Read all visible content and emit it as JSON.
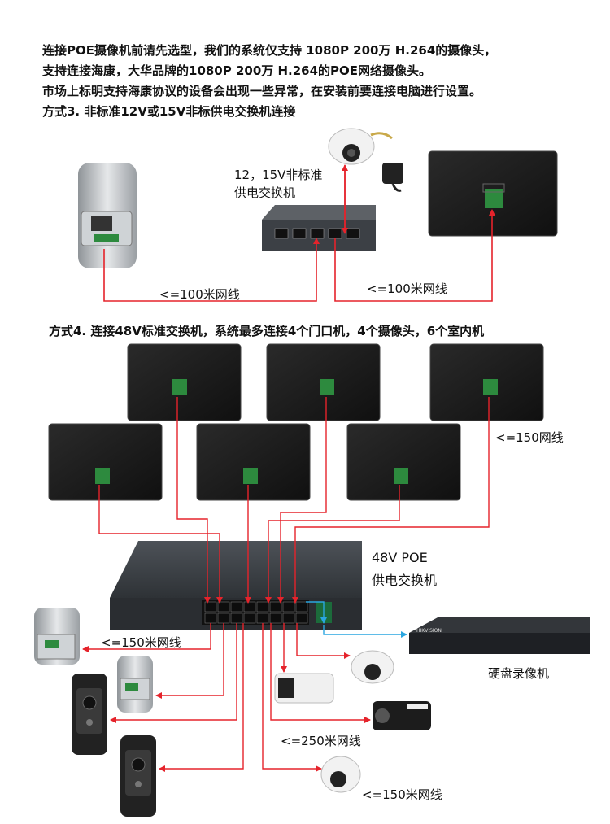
{
  "intro": {
    "line1": "连接POE摄像机前请先选型，我们的系统仅支持 1080P 200万 H.264的摄像头，",
    "line2": "支持连接海康，大华品牌的1080P 200万 H.264的POE网络摄像头。",
    "line3": "市场上标明支持海康协议的设备会出现一些异常，在安装前要连接电脑进行设置。",
    "method3": "方式3. 非标准12V或15V非标供电交换机连接"
  },
  "method3": {
    "switch_label_1": "12，15V非标准",
    "switch_label_2": "供电交换机",
    "cable_left": "<=100米网线",
    "cable_right": "<=100米网线"
  },
  "method4": {
    "title": "方式4. 连接48V标准交换机，系统最多连接4个门口机，4个摄像头，6个室内机",
    "cable_monitors": "<=150网线",
    "switch_label_1": "48V POE",
    "switch_label_2": "供电交换机",
    "cable_doors": "<=150米网线",
    "nvr_label": "硬盘录像机",
    "nvr_brand": "HIKVISION",
    "cable_cameras": "<=250米网线",
    "cable_dome": "<=150米网线"
  },
  "colors": {
    "cable_red": "#e5232b",
    "cable_blue": "#2aa6e0",
    "device_dark": "#1c1c1c",
    "board_green": "#2d8a3e"
  }
}
